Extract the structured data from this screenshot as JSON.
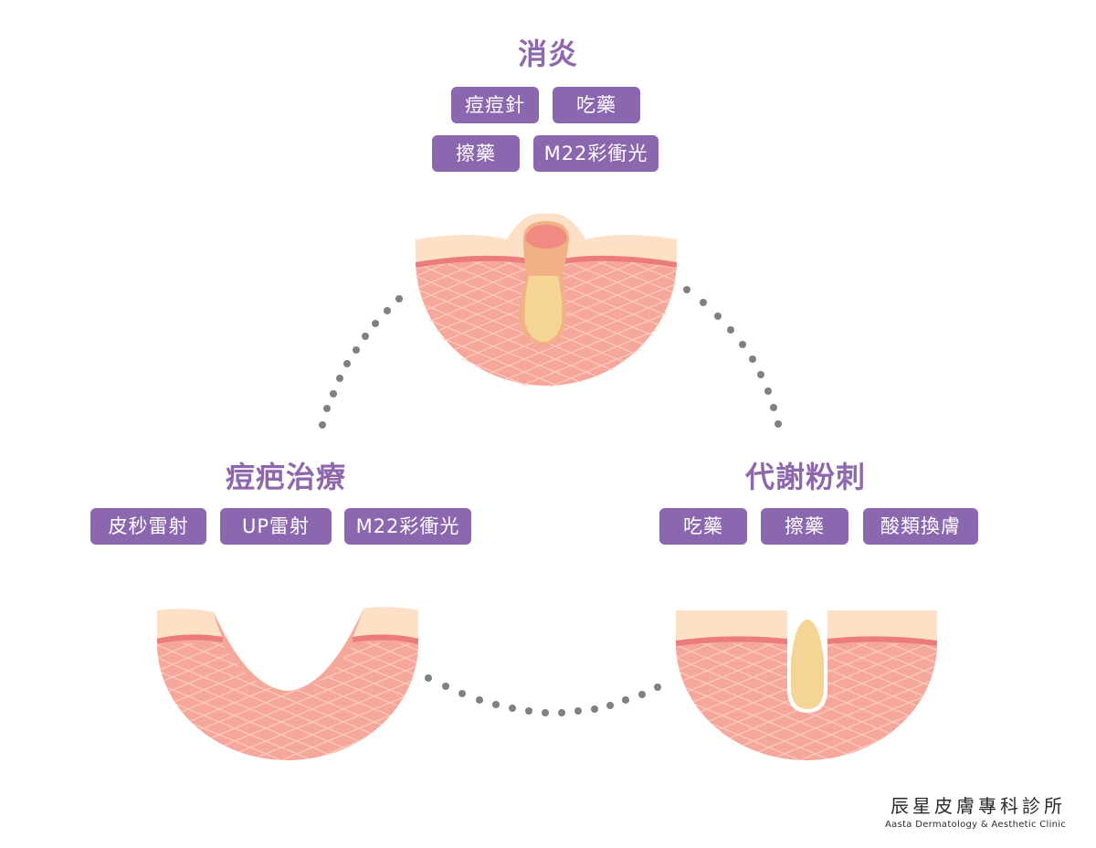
{
  "groups": {
    "anti_inflammation": {
      "title": "消炎",
      "tags": [
        "痘痘針",
        "吃藥",
        "擦藥",
        "M22彩衝光"
      ]
    },
    "scar_treatment": {
      "title": "痘疤治療",
      "tags": [
        "皮秒雷射",
        "UP雷射",
        "M22彩衝光"
      ]
    },
    "blackhead_metabolism": {
      "title": "代謝粉刺",
      "tags": [
        "吃藥",
        "擦藥",
        "酸類換膚"
      ]
    }
  },
  "clinic": {
    "name_cn": "辰星皮膚專科診所",
    "name_en": "Aasta Dermatology & Aesthetic Clinic"
  },
  "colors": {
    "accent_purple": "#8b67b0",
    "title_purple": "#8f67ad",
    "dots_gray": "#808080",
    "skin_pink": "#f6a79b",
    "skin_surface": "#fde0c6",
    "skin_line": "#ec7b7b",
    "pus_yellow": "#f4d596"
  }
}
